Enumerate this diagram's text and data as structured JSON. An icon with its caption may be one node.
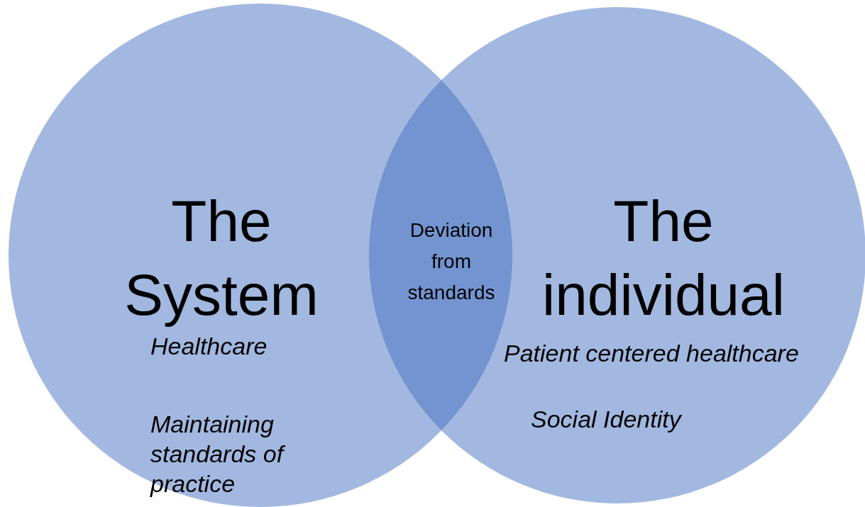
{
  "diagram": {
    "nodes": [
      {
        "text": [
          "The System",
          "Healthcare",
          "Maintaining standards of practice"
        ]
      },
      {
        "text": [
          "The individual",
          "Patient centered healthcare",
          "Social Identity"
        ]
      },
      {
        "text": [
          "Deviation from standards"
        ]
      }
    ]
  }
}
